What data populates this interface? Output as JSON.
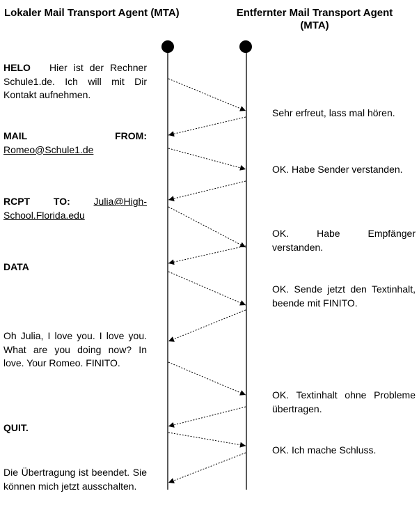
{
  "headers": {
    "local": "Lokaler Mail Transport Agent (MTA)",
    "remote_line1": "Entfernter Mail Transport Agent",
    "remote_line2": "(MTA)"
  },
  "colors": {
    "line": "#000000",
    "background": "#ffffff"
  },
  "left_messages": [
    {
      "command": "HELO",
      "text": "Hier ist der Rechner Schule1.de. Ich will mit Dir Kontakt aufnehmen."
    },
    {
      "command_a": "MAIL",
      "command_b": "FROM:",
      "address": "Romeo@Schule1.de"
    },
    {
      "command_a": "RCPT",
      "command_b": "TO:",
      "address_part1": "Julia@High-",
      "address_part2": "School.Florida.edu"
    },
    {
      "command": "DATA"
    },
    {
      "text": "Oh Julia, I love you. I love you. What are you doing now? In love. Your Romeo. FINITO."
    },
    {
      "command": "QUIT."
    },
    {
      "text": "Die Übertragung ist beendet. Sie können mich jetzt ausschalten."
    }
  ],
  "right_messages": [
    {
      "text": "Sehr erfreut, lass mal hören."
    },
    {
      "text": "OK. Habe Sender verstanden."
    },
    {
      "text": "OK. Habe Empfänger verstanden."
    },
    {
      "text": "OK. Sende jetzt den Textinhalt, beende mit FINITO."
    },
    {
      "text": "OK. Textinhalt ohne Probleme übertragen."
    },
    {
      "text": "OK. Ich mache Schluss."
    }
  ],
  "arrows": [
    {
      "direction": "local-to-remote",
      "label": "HELO"
    },
    {
      "direction": "remote-to-local",
      "label": "Sehr erfreut"
    },
    {
      "direction": "local-to-remote",
      "label": "MAIL FROM"
    },
    {
      "direction": "remote-to-local",
      "label": "OK Sender"
    },
    {
      "direction": "local-to-remote",
      "label": "RCPT TO"
    },
    {
      "direction": "remote-to-local",
      "label": "OK Empfänger"
    },
    {
      "direction": "local-to-remote",
      "label": "DATA"
    },
    {
      "direction": "remote-to-local",
      "label": "OK Sende jetzt"
    },
    {
      "direction": "local-to-remote",
      "label": "Text"
    },
    {
      "direction": "remote-to-local",
      "label": "OK Textinhalt"
    },
    {
      "direction": "local-to-remote",
      "label": "QUIT"
    },
    {
      "direction": "remote-to-local",
      "label": "OK Schluss"
    }
  ]
}
